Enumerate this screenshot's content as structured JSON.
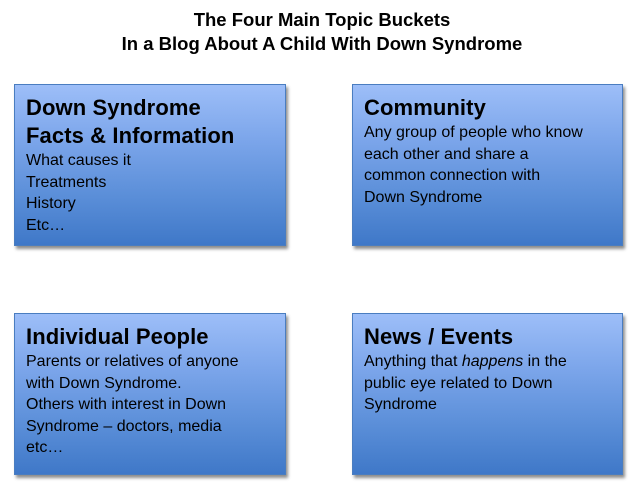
{
  "title": {
    "line1": "The Four Main Topic Buckets",
    "line2": "In a Blog About A Child With Down Syndrome"
  },
  "buckets": [
    {
      "heading_lines": [
        "Down Syndrome",
        "Facts & Information"
      ],
      "body_lines": [
        "What causes it",
        "Treatments",
        "History",
        "Etc…"
      ]
    },
    {
      "heading_lines": [
        "Community"
      ],
      "body_lines": [
        "Any group of people who know",
        "each other and share a",
        "common connection with",
        "Down Syndrome"
      ]
    },
    {
      "heading_lines": [
        "Individual People"
      ],
      "body_lines": [
        "Parents or relatives of anyone",
        "with Down Syndrome.",
        "Others with interest in Down",
        "Syndrome – doctors, media",
        "etc…"
      ]
    },
    {
      "heading_lines": [
        "News / Events"
      ],
      "body_segments": {
        "line1_pre": "Anything that ",
        "line1_em": "happens",
        "line1_post": " in the"
      },
      "body_lines": [
        "public eye related to Down",
        "Syndrome"
      ]
    }
  ],
  "colors": {
    "box_gradient_top": "#9dbef8",
    "box_gradient_bottom": "#3f78c8",
    "box_border": "#4a7dc0",
    "text": "#000000",
    "background": "#ffffff"
  }
}
